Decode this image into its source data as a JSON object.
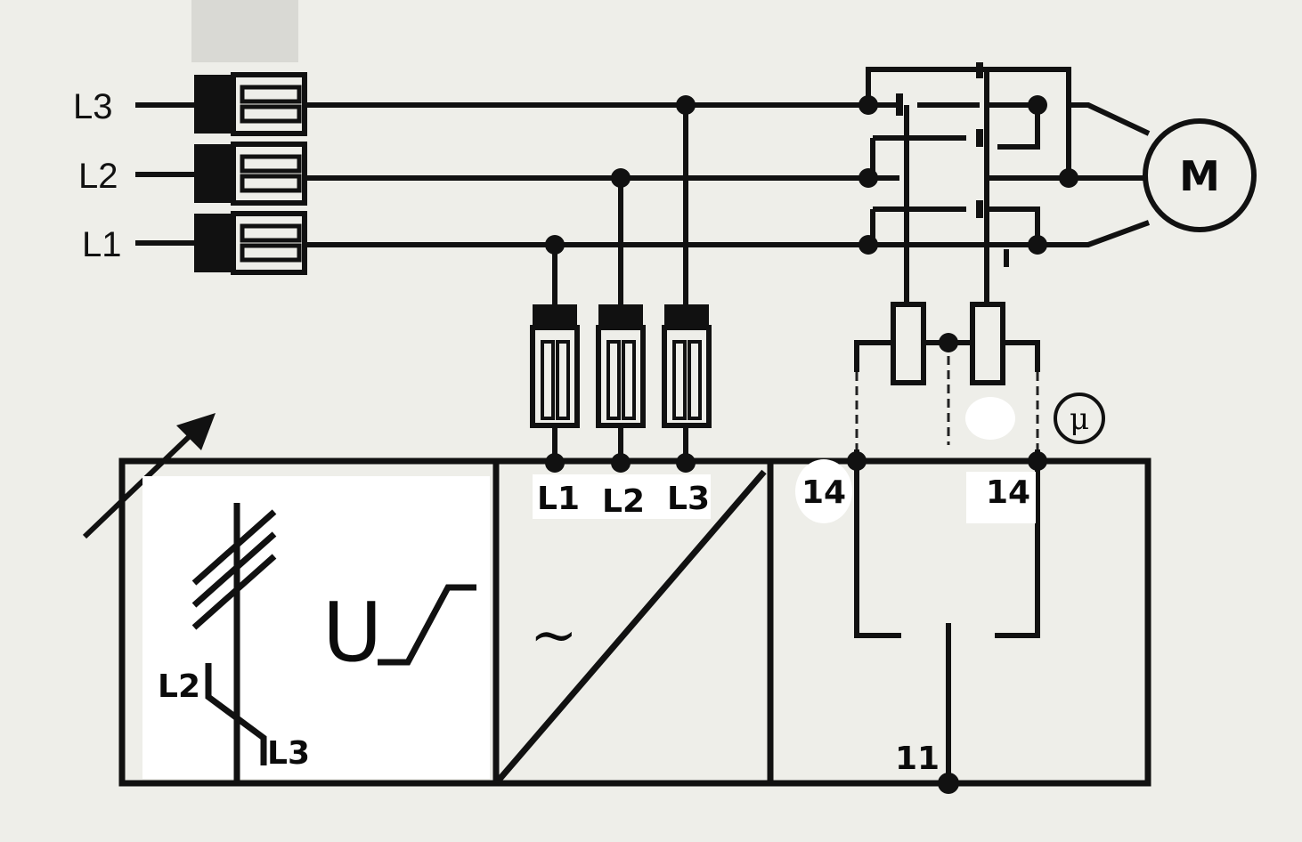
{
  "colors": {
    "background": "#eeeee9",
    "ink": "#111111",
    "label_patch": "#ffffff"
  },
  "supply_lines": [
    {
      "id": "l3",
      "label": "L3"
    },
    {
      "id": "l2",
      "label": "L2"
    },
    {
      "id": "l1",
      "label": "L1"
    }
  ],
  "motor": {
    "label": "M",
    "icon": "motor-icon"
  },
  "symbols": {
    "undervoltage": "U",
    "ac_tilde": "~",
    "mu_mark": "μ"
  },
  "relay_inputs": [
    "L1",
    "L2",
    "L3"
  ],
  "phase_sequence_symbol": {
    "label_top": "L2",
    "label_bottom": "L3"
  },
  "output_terminals": {
    "left": "14",
    "right": "14",
    "common": "11"
  }
}
